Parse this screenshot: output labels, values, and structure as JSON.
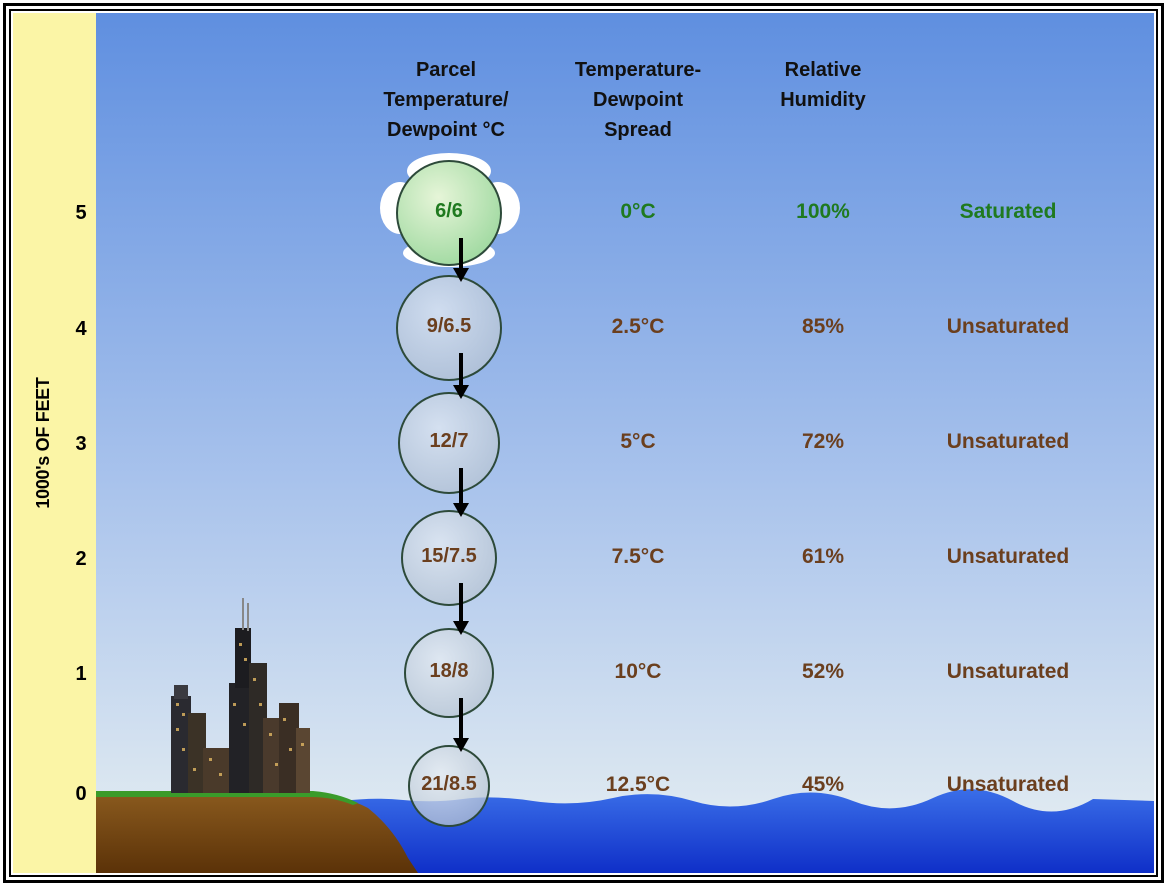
{
  "axis": {
    "title": "1000's OF FEET",
    "ticks": [
      "5",
      "4",
      "3",
      "2",
      "1",
      "0"
    ]
  },
  "headers": {
    "parcel": [
      "Parcel",
      "Temperature/",
      "Dewpoint °C"
    ],
    "spread": [
      "Temperature-",
      "Dewpoint",
      "Spread"
    ],
    "humidity": [
      "Relative",
      "Humidity"
    ]
  },
  "rows": [
    {
      "altitude": "5",
      "parcel": "6/6",
      "spread": "0°C",
      "humidity": "100%",
      "state": "Saturated",
      "saturated": true
    },
    {
      "altitude": "4",
      "parcel": "9/6.5",
      "spread": "2.5°C",
      "humidity": "85%",
      "state": "Unsaturated",
      "saturated": false
    },
    {
      "altitude": "3",
      "parcel": "12/7",
      "spread": "5°C",
      "humidity": "72%",
      "state": "Unsaturated",
      "saturated": false
    },
    {
      "altitude": "2",
      "parcel": "15/7.5",
      "spread": "7.5°C",
      "humidity": "61%",
      "state": "Unsaturated",
      "saturated": false
    },
    {
      "altitude": "1",
      "parcel": "18/8",
      "spread": "10°C",
      "humidity": "52%",
      "state": "Unsaturated",
      "saturated": false
    },
    {
      "altitude": "0",
      "parcel": "21/8.5",
      "spread": "12.5°C",
      "humidity": "45%",
      "state": "Unsaturated",
      "saturated": false
    }
  ],
  "colors": {
    "saturated_text": "#1f7a1f",
    "unsaturated_text": "#6b3f1e",
    "axis_bar": "#fbf5a6",
    "sky_top": "#5f8fe0",
    "sky_bottom": "#e4eef3",
    "water": "#1b46d8",
    "ground": "#6e3f12",
    "grass": "#3a9b2a"
  }
}
